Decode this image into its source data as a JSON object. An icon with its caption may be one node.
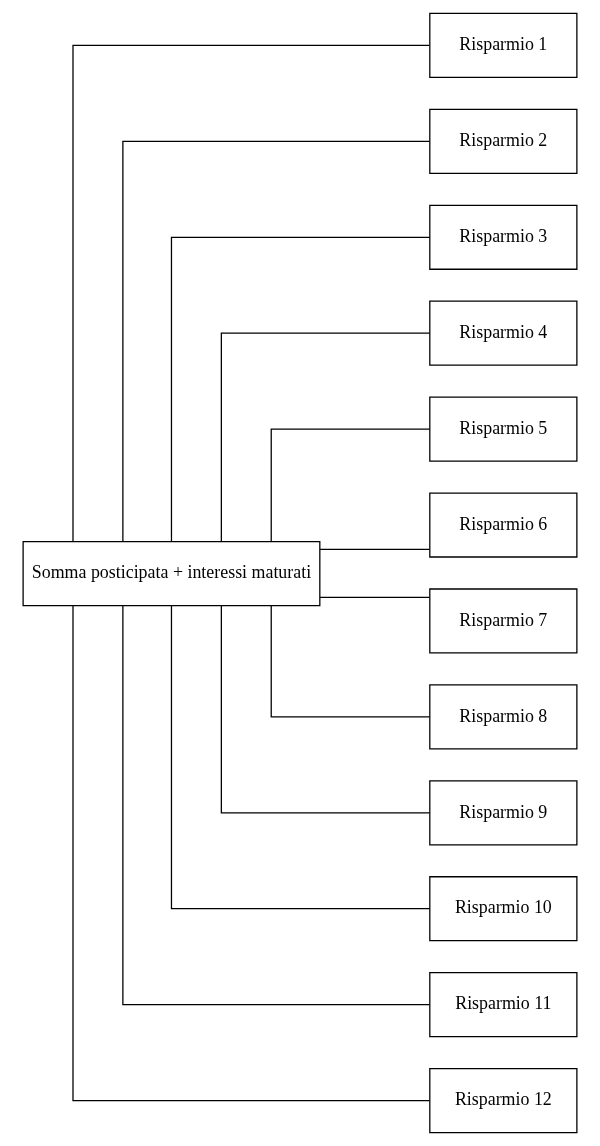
{
  "diagram": {
    "nodes": [
      {
        "text": [
          "Somma posticipata + interessi maturati"
        ]
      },
      {
        "text": [
          "Risparmio 1"
        ]
      },
      {
        "text": [
          "Risparmio 2"
        ]
      },
      {
        "text": [
          "Risparmio 3"
        ]
      },
      {
        "text": [
          "Risparmio 4"
        ]
      },
      {
        "text": [
          "Risparmio 5"
        ]
      },
      {
        "text": [
          "Risparmio 6"
        ]
      },
      {
        "text": [
          "Risparmio 7"
        ]
      },
      {
        "text": [
          "Risparmio 8"
        ]
      },
      {
        "text": [
          "Risparmio 9"
        ]
      },
      {
        "text": [
          "Risparmio 10"
        ]
      },
      {
        "text": [
          "Risparmio 11"
        ]
      },
      {
        "text": [
          "Risparmio 12"
        ]
      }
    ],
    "edges": [
      {
        "from": 0,
        "to": 1,
        "arrow": "none"
      },
      {
        "from": 0,
        "to": 2,
        "arrow": "none"
      },
      {
        "from": 0,
        "to": 3,
        "arrow": "none"
      },
      {
        "from": 0,
        "to": 4,
        "arrow": "none"
      },
      {
        "from": 0,
        "to": 5,
        "arrow": "none"
      },
      {
        "from": 0,
        "to": 6,
        "arrow": "none"
      },
      {
        "from": 0,
        "to": 7,
        "arrow": "none"
      },
      {
        "from": 0,
        "to": 8,
        "arrow": "none"
      },
      {
        "from": 0,
        "to": 9,
        "arrow": "none"
      },
      {
        "from": 0,
        "to": 10,
        "arrow": "none"
      },
      {
        "from": 0,
        "to": 11,
        "arrow": "none"
      },
      {
        "from": 0,
        "to": 12,
        "arrow": "none"
      }
    ]
  }
}
